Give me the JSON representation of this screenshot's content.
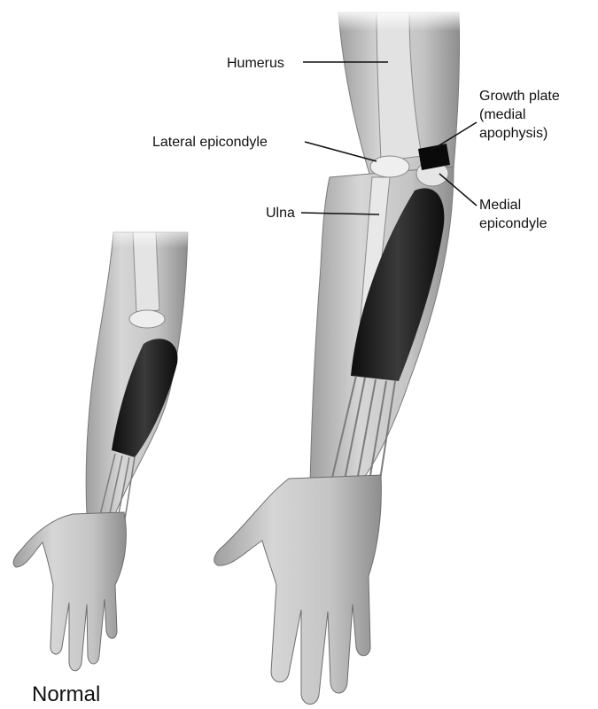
{
  "labels": {
    "humerus": "Humerus",
    "lateral_epicondyle": "Lateral epicondyle",
    "ulna": "Ulna",
    "growth_plate": [
      "Growth plate",
      "(medial",
      "apophysis)"
    ],
    "medial_epicondyle": [
      "Medial",
      "epicondyle"
    ]
  },
  "caption": "Normal",
  "colors": {
    "skin": "#b9b9b9",
    "skin_light": "#dcdcdc",
    "bone": "#e6e6e6",
    "muscle": "#1c1c1c",
    "growth_plate": "#0a0a0a",
    "leader_line": "#111111"
  }
}
